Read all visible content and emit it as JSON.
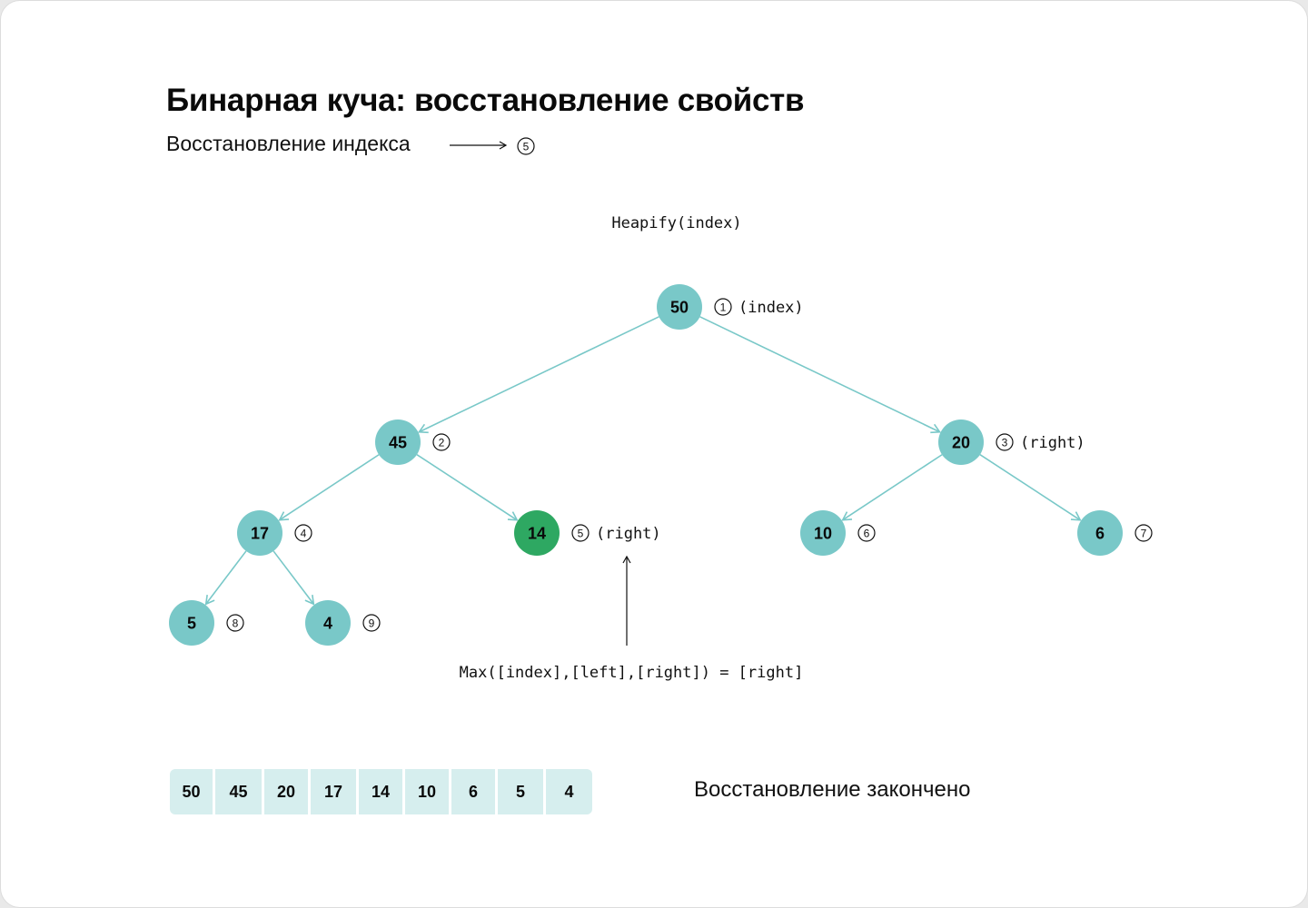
{
  "title": "Бинарная куча: восстановление свойств",
  "subtitle": {
    "text": "Восстановление индекса",
    "index": "5"
  },
  "function_label": "Heapify(index)",
  "max_label": "Max([index],[left],[right]) = [right]",
  "done_text": "Восстановление закончено",
  "colors": {
    "node": "#79c8c8",
    "highlight": "#2ea862",
    "edge": "#79c8c8",
    "cell": "#d6eeee"
  },
  "tree": {
    "nodes": [
      {
        "id": "n1",
        "value": "50",
        "index": "1",
        "tag": "(index)",
        "highlight": false
      },
      {
        "id": "n2",
        "value": "45",
        "index": "2",
        "tag": "",
        "highlight": false
      },
      {
        "id": "n3",
        "value": "20",
        "index": "3",
        "tag": "(right)",
        "highlight": false
      },
      {
        "id": "n4",
        "value": "17",
        "index": "4",
        "tag": "",
        "highlight": false
      },
      {
        "id": "n5",
        "value": "14",
        "index": "5",
        "tag": "(right)",
        "highlight": true
      },
      {
        "id": "n6",
        "value": "10",
        "index": "6",
        "tag": "",
        "highlight": false
      },
      {
        "id": "n7",
        "value": "6",
        "index": "7",
        "tag": "",
        "highlight": false
      },
      {
        "id": "n8",
        "value": "5",
        "index": "8",
        "tag": "",
        "highlight": false
      },
      {
        "id": "n9",
        "value": "4",
        "index": "9",
        "tag": "",
        "highlight": false
      }
    ],
    "edges": [
      [
        "n1",
        "n2"
      ],
      [
        "n1",
        "n3"
      ],
      [
        "n2",
        "n4"
      ],
      [
        "n2",
        "n5"
      ],
      [
        "n3",
        "n6"
      ],
      [
        "n3",
        "n7"
      ],
      [
        "n4",
        "n8"
      ],
      [
        "n4",
        "n9"
      ]
    ]
  },
  "array": [
    "50",
    "45",
    "20",
    "17",
    "14",
    "10",
    "6",
    "5",
    "4"
  ]
}
